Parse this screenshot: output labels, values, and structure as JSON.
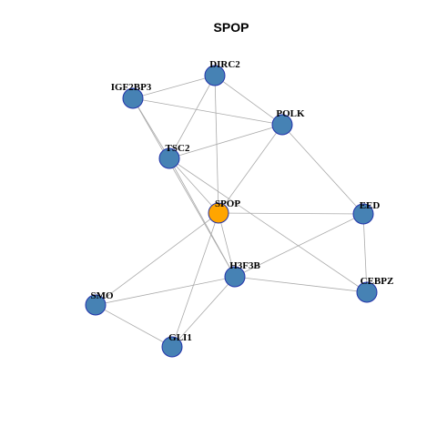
{
  "title": "SPOP",
  "colors": {
    "default_node": "#4682b4",
    "highlight_node": "#ffa500",
    "node_border": "#2233aa",
    "edge": "#aaaaaa"
  },
  "nodes": [
    {
      "id": "DIRC2",
      "label": "DIRC2",
      "highlight": false
    },
    {
      "id": "IGF2BP3",
      "label": "IGF2BP3",
      "highlight": false
    },
    {
      "id": "POLK",
      "label": "POLK",
      "highlight": false
    },
    {
      "id": "TSC2",
      "label": "TSC2",
      "highlight": false
    },
    {
      "id": "SPOP",
      "label": "SPOP",
      "highlight": true
    },
    {
      "id": "EED",
      "label": "EED",
      "highlight": false
    },
    {
      "id": "H3F3B",
      "label": "H3F3B",
      "highlight": false
    },
    {
      "id": "CEBPZ",
      "label": "CEBPZ",
      "highlight": false
    },
    {
      "id": "SMO",
      "label": "SMO",
      "highlight": false
    },
    {
      "id": "GLI1",
      "label": "GLI1",
      "highlight": false
    }
  ],
  "edges": [
    [
      "DIRC2",
      "IGF2BP3"
    ],
    [
      "DIRC2",
      "POLK"
    ],
    [
      "DIRC2",
      "TSC2"
    ],
    [
      "DIRC2",
      "SPOP"
    ],
    [
      "IGF2BP3",
      "POLK"
    ],
    [
      "IGF2BP3",
      "TSC2"
    ],
    [
      "IGF2BP3",
      "H3F3B"
    ],
    [
      "TSC2",
      "POLK"
    ],
    [
      "TSC2",
      "SPOP"
    ],
    [
      "TSC2",
      "H3F3B"
    ],
    [
      "TSC2",
      "CEBPZ"
    ],
    [
      "POLK",
      "SPOP"
    ],
    [
      "POLK",
      "EED"
    ],
    [
      "SPOP",
      "EED"
    ],
    [
      "SPOP",
      "H3F3B"
    ],
    [
      "SPOP",
      "SMO"
    ],
    [
      "SPOP",
      "GLI1"
    ],
    [
      "EED",
      "H3F3B"
    ],
    [
      "EED",
      "CEBPZ"
    ],
    [
      "H3F3B",
      "CEBPZ"
    ],
    [
      "H3F3B",
      "SMO"
    ],
    [
      "H3F3B",
      "GLI1"
    ],
    [
      "SMO",
      "GLI1"
    ]
  ]
}
